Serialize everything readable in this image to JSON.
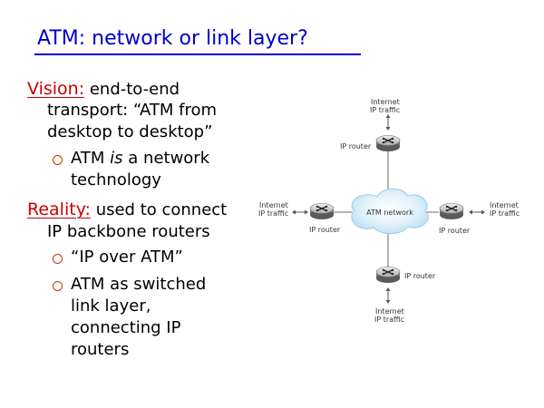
{
  "slide": {
    "title": "ATM:  network or link layer?"
  },
  "vision": {
    "label": "Vision:",
    "line1": "end-to-end",
    "line2": "transport: “ATM from",
    "line3": "desktop to desktop”",
    "bullet_pre": "ATM ",
    "bullet_em": "is",
    "bullet_post": " a network",
    "bullet_line2": "technology"
  },
  "reality": {
    "label": "Reality:",
    "line1": "used to connect",
    "line2": "IP backbone routers",
    "bullet1": "“IP over ATM”",
    "bullet2_line1": "ATM as switched",
    "bullet2_line2": "link layer,",
    "bullet2_line3": "connecting IP",
    "bullet2_line4": "routers"
  },
  "diagram": {
    "cloud_label": "ATM network",
    "top": {
      "traffic_line1": "Internet",
      "traffic_line2": "IP traffic",
      "router_label": "IP router"
    },
    "left": {
      "traffic_line1": "Internet",
      "traffic_line2": "IP traffic",
      "router_label": "IP router"
    },
    "right": {
      "traffic_line1": "Internet",
      "traffic_line2": "IP traffic",
      "router_label": "IP router"
    },
    "bottom": {
      "traffic_line1": "Internet",
      "traffic_line2": "IP traffic",
      "router_label": "IP router"
    }
  },
  "colors": {
    "title": "#0000cc",
    "heading": "#cc0000",
    "bullet": "#cc3300",
    "cloud": "#cfe8f7"
  },
  "icons": {
    "bullet": "hollow-circle-bullet-icon",
    "router": "router-icon",
    "traffic_arrow": "double-arrow-icon"
  }
}
